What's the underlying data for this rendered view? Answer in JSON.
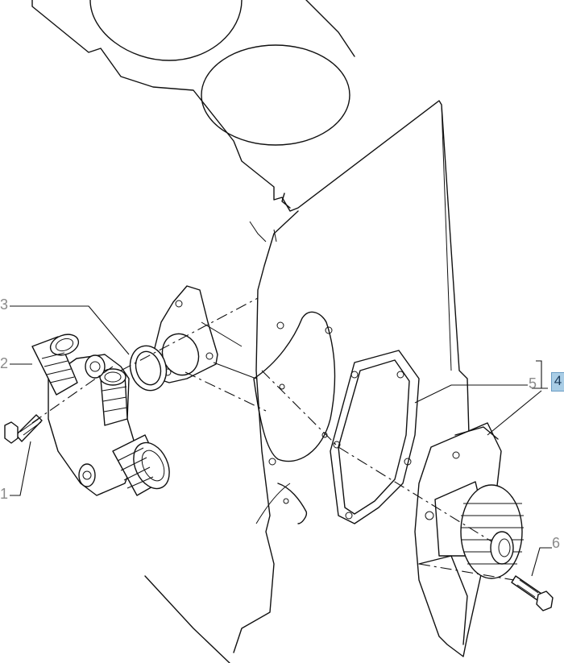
{
  "callouts": {
    "c1": "1",
    "c2": "2",
    "c3": "3",
    "c4": "4",
    "c5": "5",
    "c6": "6"
  },
  "highlight_color": "#a9cde6"
}
